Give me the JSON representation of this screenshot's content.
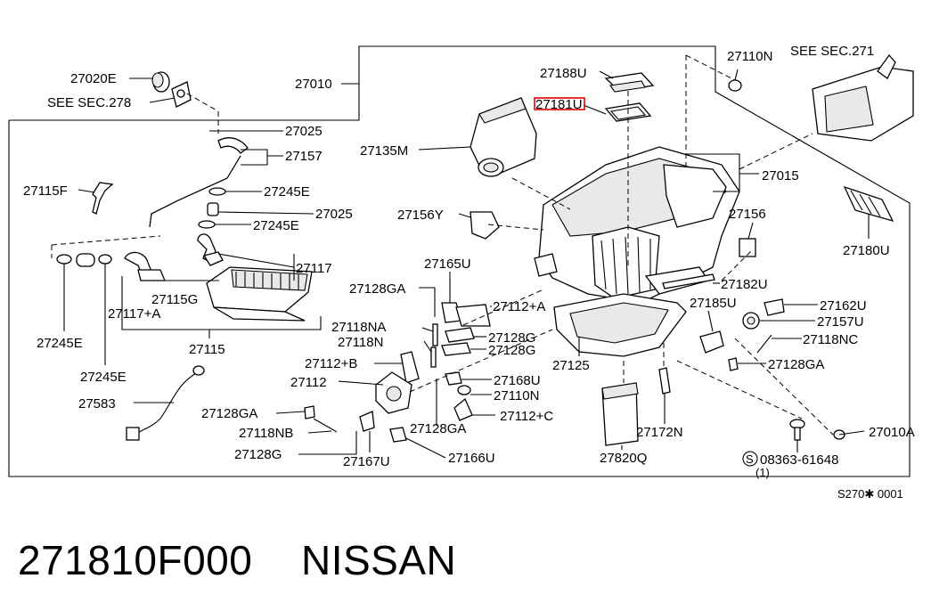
{
  "labels": {
    "p27010": "27010",
    "p27020E": "27020E",
    "see278": "SEE SEC.278",
    "p27025a": "27025",
    "p27157": "27157",
    "p27115F": "27115F",
    "p27245Ea": "27245E",
    "p27025b": "27025",
    "p27245Eb": "27245E",
    "p27117": "27117",
    "p27115G": "27115G",
    "p27117A": "27117+A",
    "p27115": "27115",
    "p27245Ec": "27245E",
    "p27245Ed": "27245E",
    "p27583": "27583",
    "p27188U": "27188U",
    "p27181U": "27181U",
    "p27135M": "27135M",
    "p27110N": "27110N",
    "see271": "SEE SEC.271",
    "p27015": "27015",
    "p27156Y": "27156Y",
    "p27156": "27156",
    "p27180U": "27180U",
    "p27165U": "27165U",
    "p27128GAa": "27128GA",
    "p27112A": "27112+A",
    "p27182U": "27182U",
    "p27118NA": "27118NA",
    "p27128Ga": "27128G",
    "p27118N": "27118N",
    "p27128Gb": "27128G",
    "p27112B": "27112+B",
    "p27125": "27125",
    "p27185U": "27185U",
    "p27162U": "27162U",
    "p27157U": "27157U",
    "p27118NC": "27118NC",
    "p27128GAb": "27128GA",
    "p27112": "27112",
    "p27168U": "27168U",
    "p27110Nb": "27110N",
    "p27128GAc": "27128GA",
    "p27112C": "27112+C",
    "p27118NB": "27118NB",
    "p27128GAd": "27128GA",
    "p27128Gc": "27128G",
    "p27167U": "27167U",
    "p27166U": "27166U",
    "p27820Q": "27820Q",
    "p27172N": "27172N",
    "p27010A": "27010A",
    "bolt": "08363-61648",
    "bolt_prefix": "S",
    "bolt_qty": "(1)"
  },
  "diagram_ref": "S270✱ 0001",
  "part_number": "271810F000",
  "brand": "NISSAN",
  "colors": {
    "highlight": "#e00000"
  }
}
